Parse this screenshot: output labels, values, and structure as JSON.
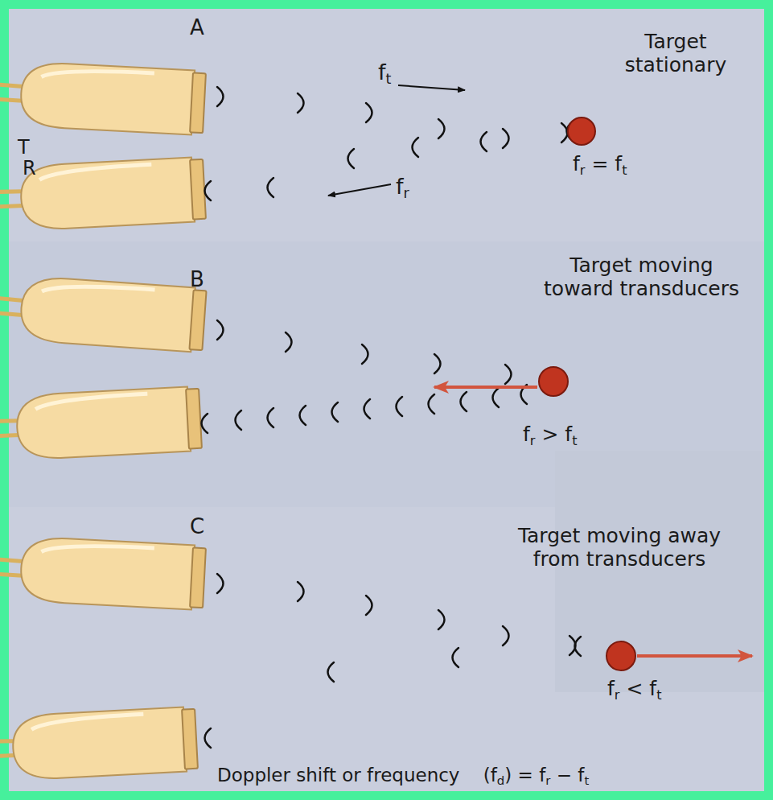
{
  "diagram": {
    "caption": "Doppler shift or frequency    (fd) = fr − ft",
    "labels": [
      "A",
      "T",
      "R",
      "ft",
      "fr",
      "Target stationary",
      "fr = ft",
      "B",
      "Target moving toward transducers",
      "fr > ft",
      "C",
      "Target moving away from transducers",
      "fr < ft"
    ]
  }
}
